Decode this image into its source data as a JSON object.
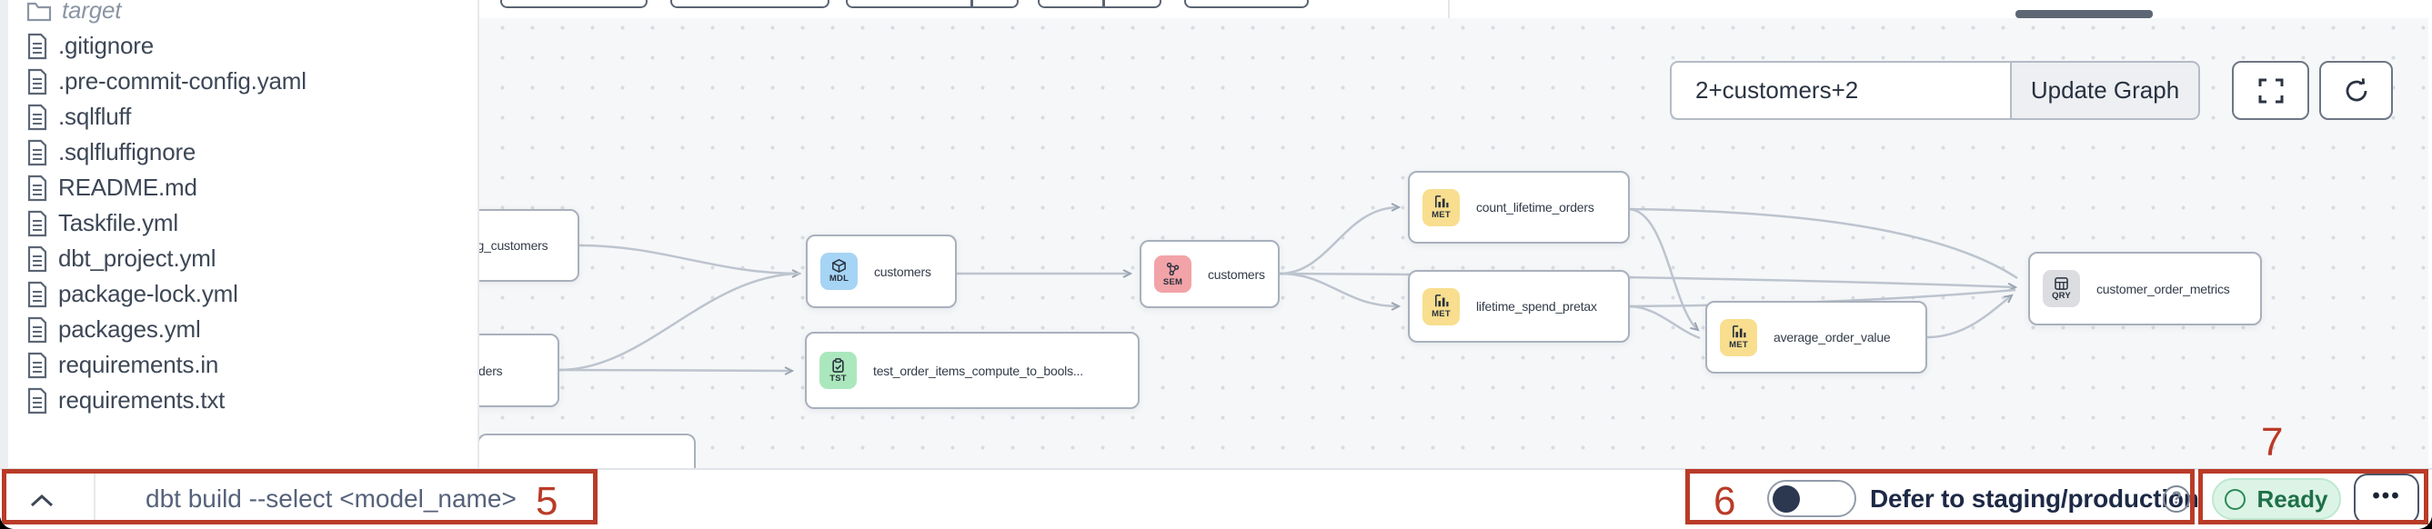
{
  "file_panel": {
    "folder_item": "target",
    "files": [
      ".gitignore",
      ".pre-commit-config.yaml",
      ".sqlfluff",
      ".sqlfluffignore",
      "README.md",
      "Taskfile.yml",
      "dbt_project.yml",
      "package-lock.yml",
      "packages.yml",
      "requirements.in",
      "requirements.txt"
    ]
  },
  "graph": {
    "selector": {
      "value": "2+customers+2",
      "update_button": "Update Graph"
    },
    "nodes": [
      {
        "label": "stg_customers",
        "badge": ""
      },
      {
        "label": "orders",
        "badge": ""
      },
      {
        "label": "customers",
        "badge": "MDL"
      },
      {
        "label": "test_order_items_compute_to_bools...",
        "badge": "TST"
      },
      {
        "label": "customers",
        "badge": "SEM"
      },
      {
        "label": "count_lifetime_orders",
        "badge": "MET"
      },
      {
        "label": "lifetime_spend_pretax",
        "badge": "MET"
      },
      {
        "label": "average_order_value",
        "badge": "MET"
      },
      {
        "label": "customer_order_metrics",
        "badge": "QRY"
      }
    ],
    "edges": [
      "stg_customers -> customers(MDL)",
      "orders -> customers(MDL)",
      "orders -> test_order_items_compute_to_bools...",
      "customers(MDL) -> customers(SEM)",
      "customers(SEM) -> count_lifetime_orders",
      "customers(SEM) -> lifetime_spend_pretax",
      "customers(SEM) -> customer_order_metrics",
      "count_lifetime_orders -> average_order_value",
      "lifetime_spend_pretax -> average_order_value",
      "count_lifetime_orders -> customer_order_metrics",
      "lifetime_spend_pretax -> customer_order_metrics",
      "average_order_value -> customer_order_metrics"
    ],
    "badge_colors": {
      "MDL": "#a6d4f4",
      "SEM": "#f2a3a7",
      "MET": "#f8de8e",
      "TST": "#abe7bc",
      "QRY": "#dcdde0"
    }
  },
  "bottom_bar": {
    "command_placeholder": "dbt build --select <model_name>",
    "defer_label": "Defer to staging/production",
    "defer_enabled": false,
    "status_label": "Ready",
    "more_button": "•••"
  },
  "annotations": {
    "color": "#b93b28",
    "steps": [
      {
        "n": "5"
      },
      {
        "n": "6"
      },
      {
        "n": "7"
      }
    ]
  }
}
